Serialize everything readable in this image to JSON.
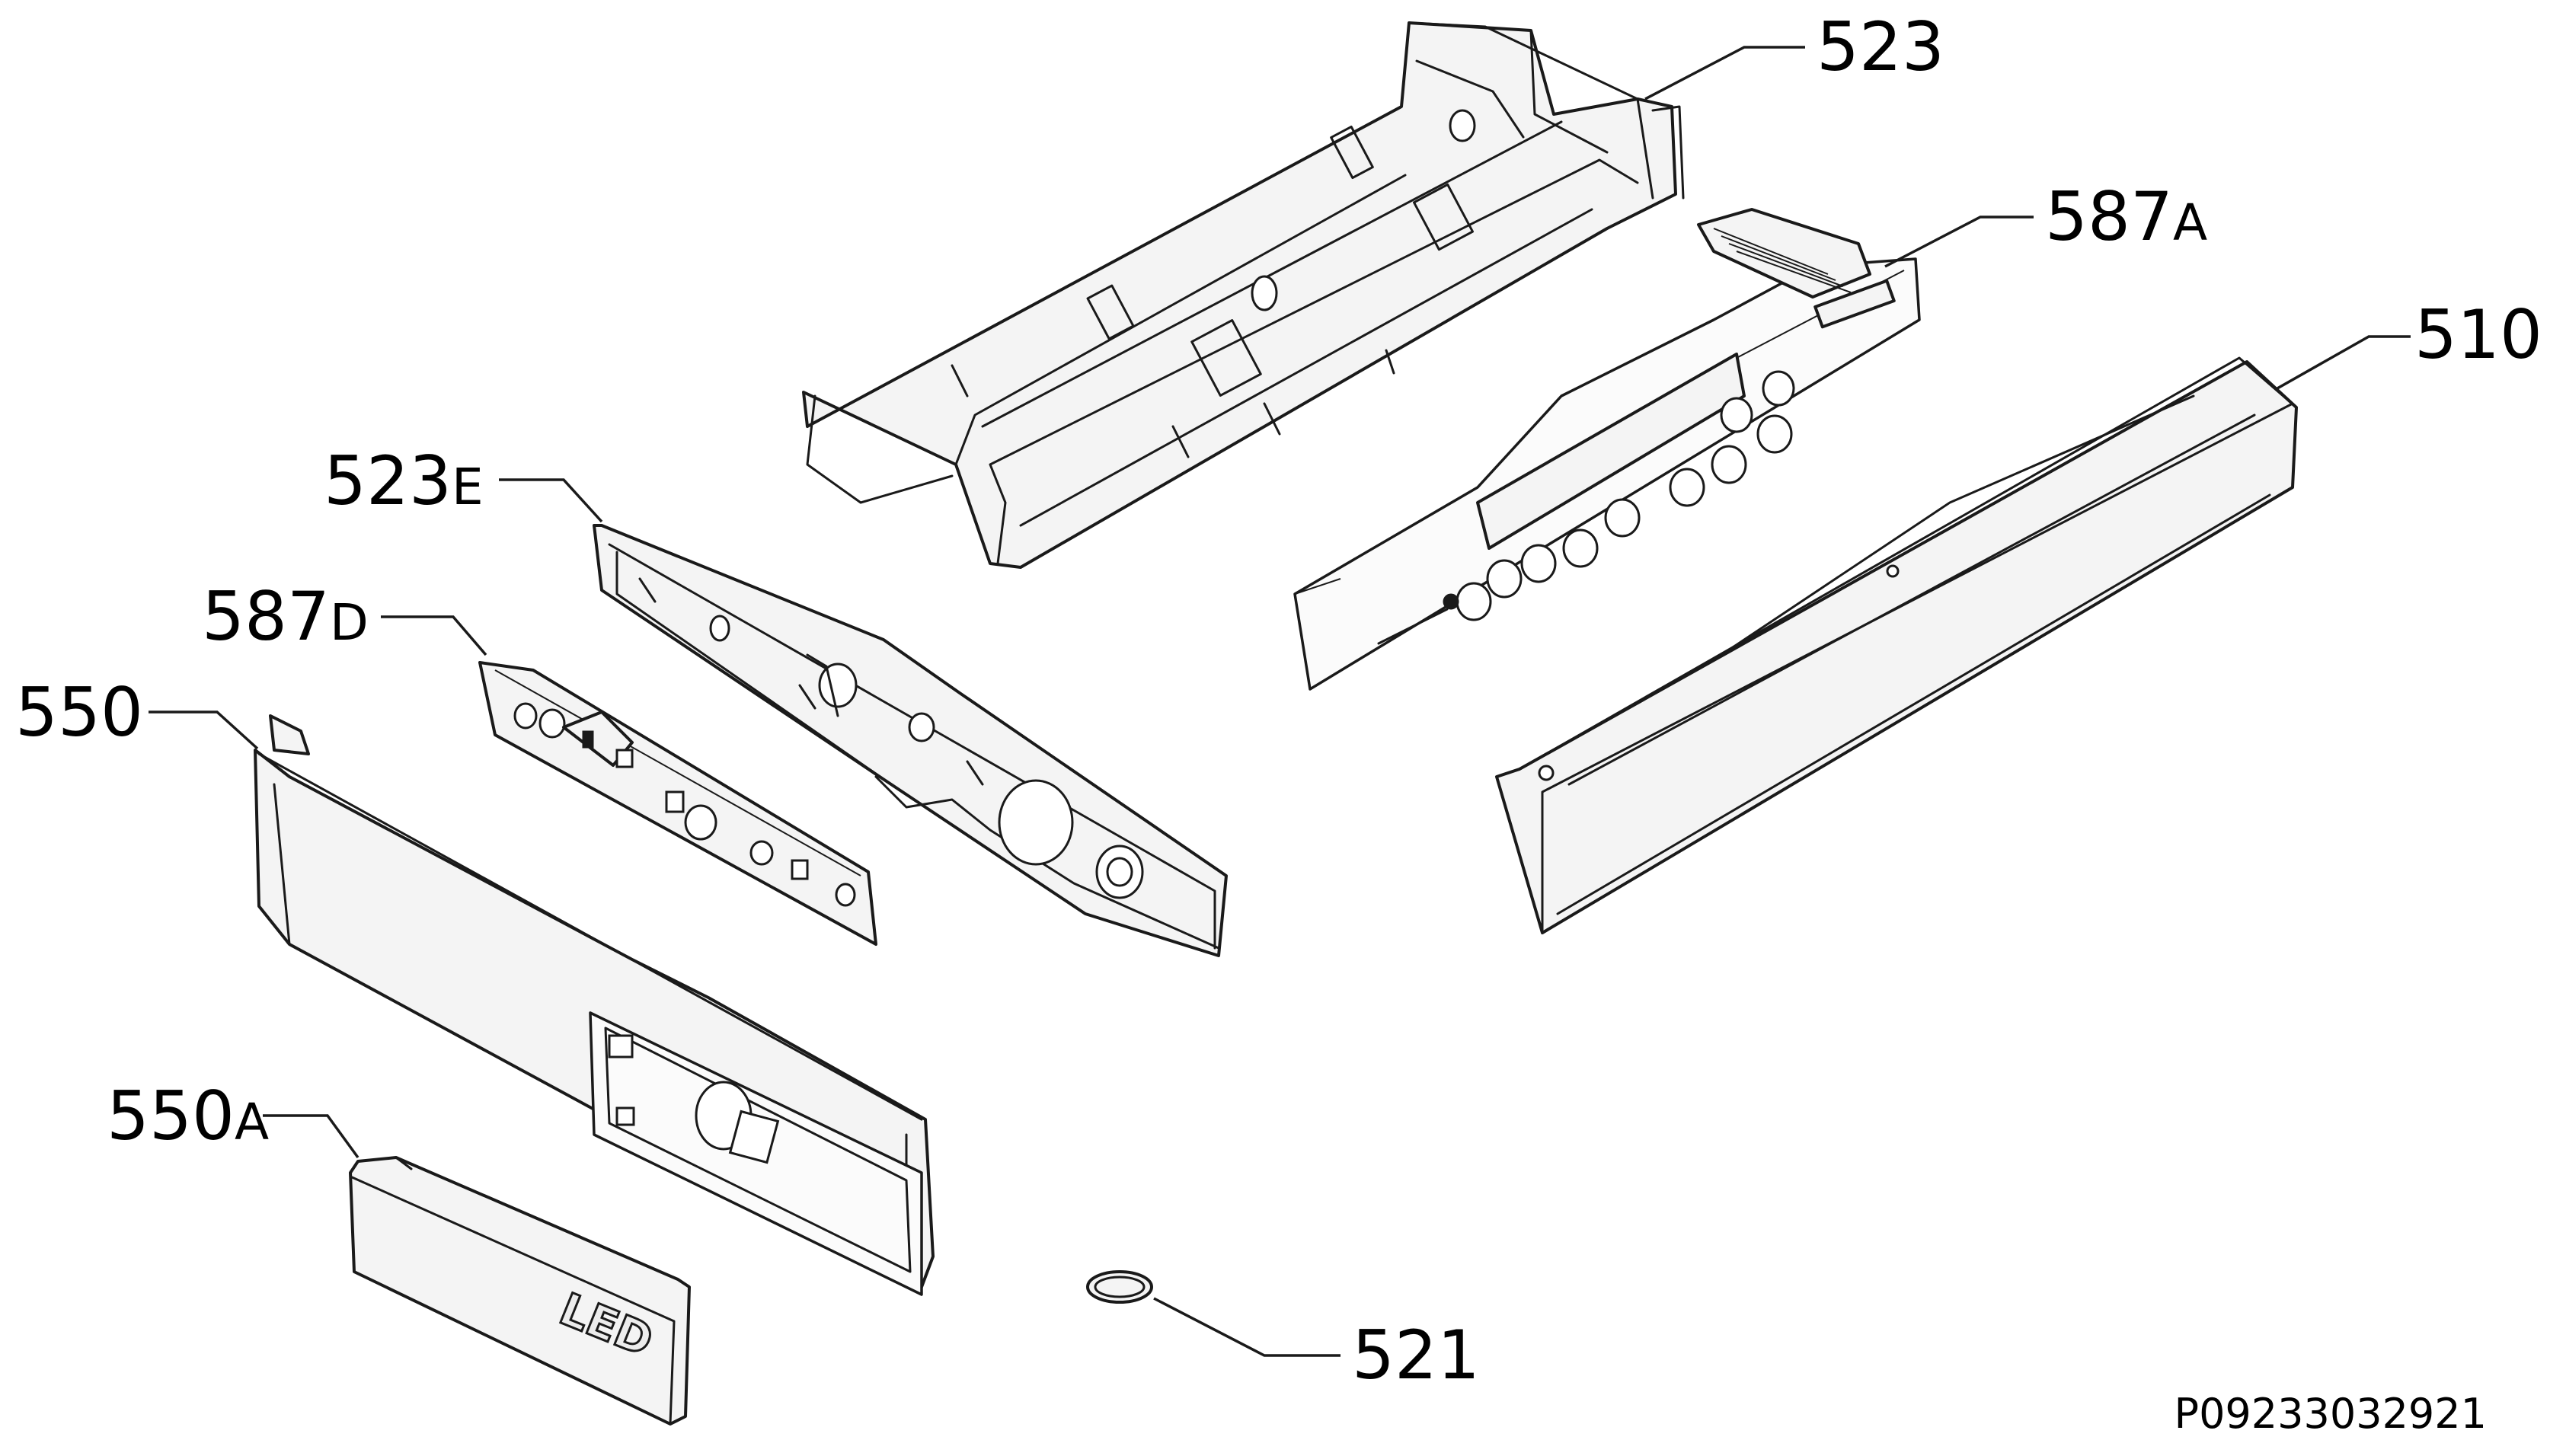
{
  "callouts": {
    "c523": {
      "number": "523",
      "suffix": ""
    },
    "c587a": {
      "number": "587",
      "suffix": "A"
    },
    "c510": {
      "number": "510",
      "suffix": ""
    },
    "c523e": {
      "number": "523",
      "suffix": "E"
    },
    "c587d": {
      "number": "587",
      "suffix": "D"
    },
    "c550": {
      "number": "550",
      "suffix": ""
    },
    "c550a": {
      "number": "550",
      "suffix": "A"
    },
    "c521": {
      "number": "521",
      "suffix": ""
    }
  },
  "cover_label": "LED",
  "reference_code": "P09233032921"
}
